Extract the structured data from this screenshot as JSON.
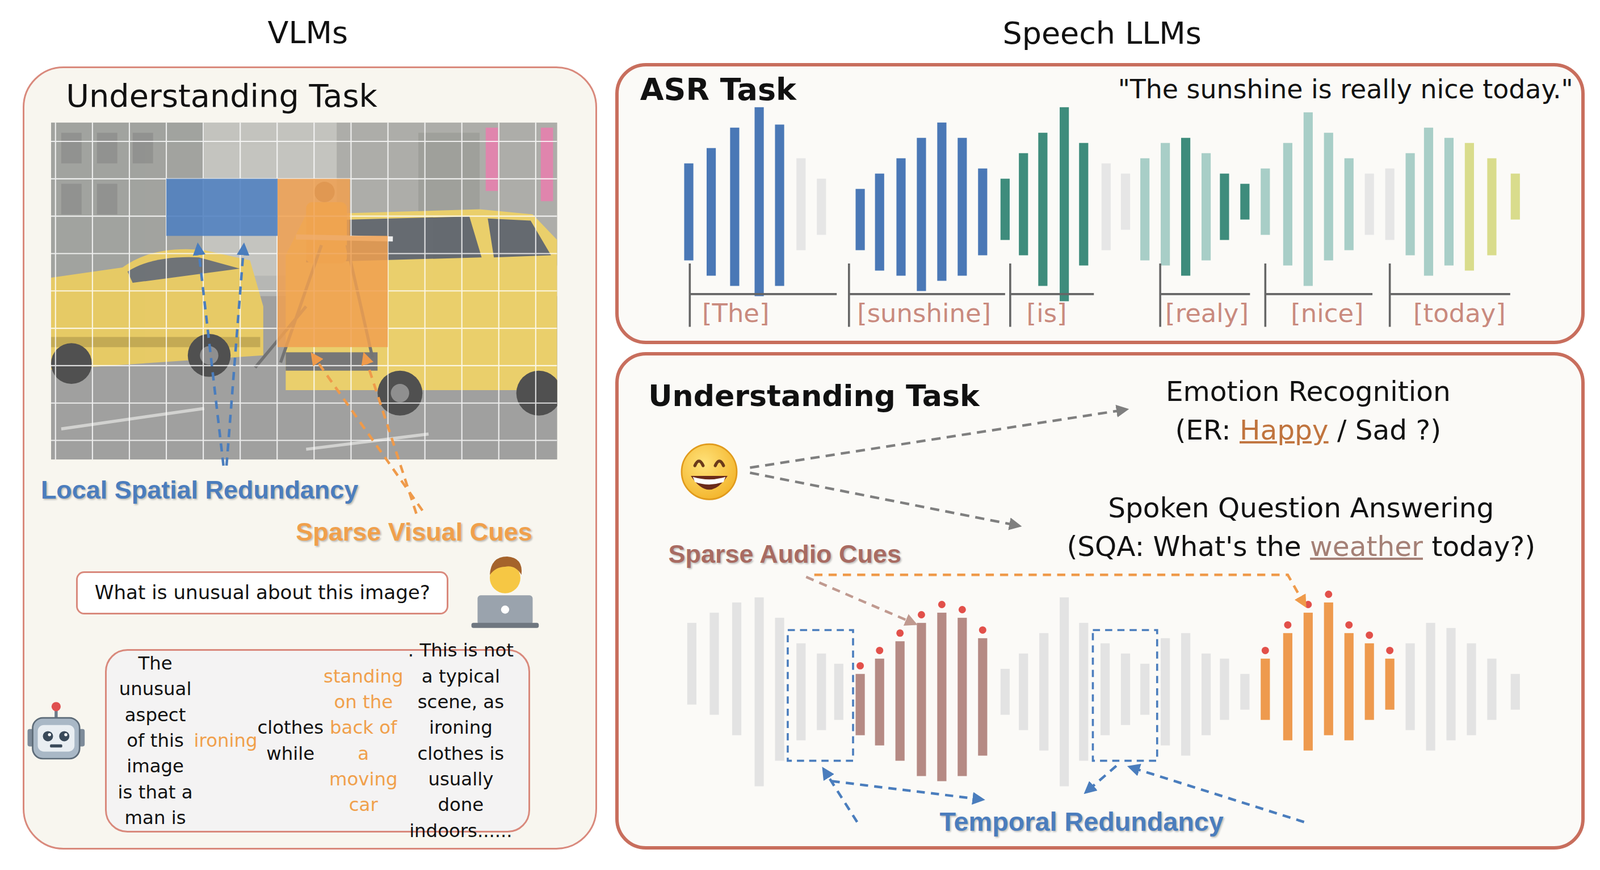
{
  "diagram": {
    "nodes": [
      {
        "text": [
          "VLMs",
          "Understanding Task"
        ]
      },
      {
        "text": [
          "What is unusual about this image?"
        ],
        "in": 0
      },
      {
        "text": [
          "The unusual aspect of this image is that a man is ironing clothes while standing on the back of a moving car. This is not a typical scene, as ironing clothes is usually done indoors......"
        ],
        "in": 0
      },
      {
        "text": [
          "ASR Task",
          "\"The sunshine is really nice today.\""
        ]
      },
      {
        "text": [
          "Understanding Task"
        ]
      }
    ],
    "labels": [
      "Speech LLMs",
      "Local Spatial Redundancy",
      "Sparse Visual Cues",
      "[The]",
      "[sunshine]",
      "[is]",
      "[realy]",
      "[nice]",
      "[today]",
      "Emotion Recognition",
      "(ER: Happy / Sad ?)",
      "Spoken Question Answering",
      "(SQA: What's the weather today?)",
      "Sparse Audio Cues",
      "Temporal Redundancy"
    ]
  }
}
